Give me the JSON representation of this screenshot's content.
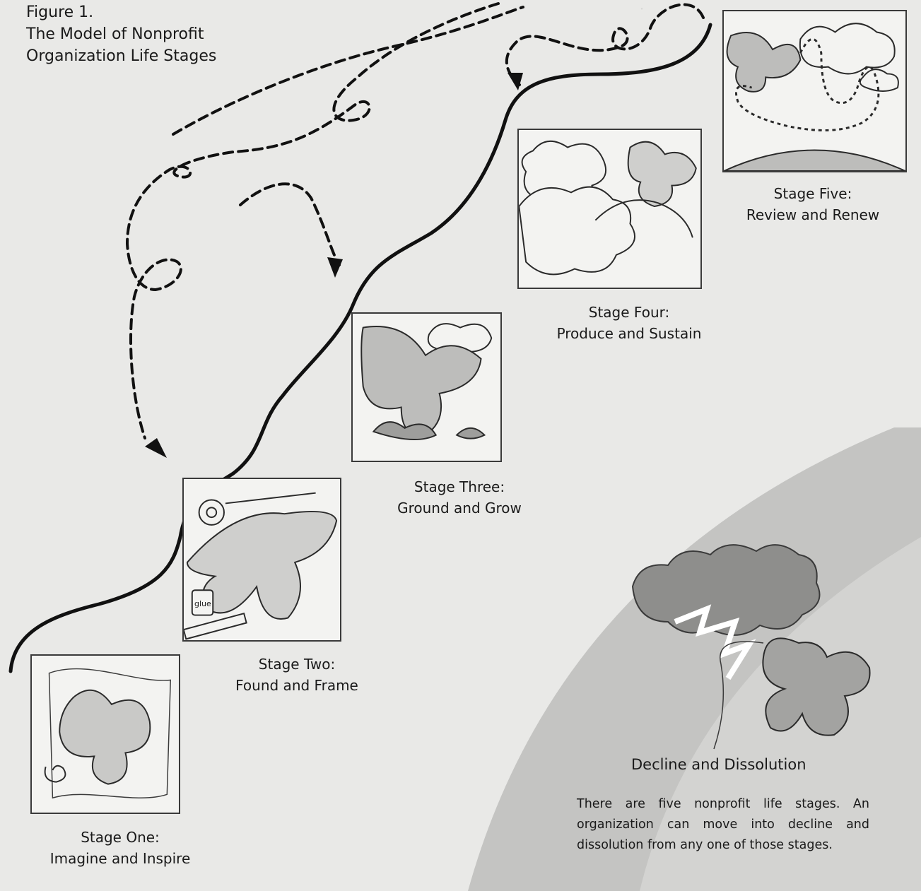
{
  "figure": {
    "label": "Figure 1.",
    "title_lines": [
      "The Model of Nonprofit",
      "Organization Life Stages"
    ]
  },
  "stages": [
    {
      "id": "one",
      "name": "Stage One:",
      "subtitle": "Imagine and Inspire"
    },
    {
      "id": "two",
      "name": "Stage Two:",
      "subtitle": "Found and Frame"
    },
    {
      "id": "three",
      "name": "Stage Three:",
      "subtitle": "Ground and Grow"
    },
    {
      "id": "four",
      "name": "Stage Four:",
      "subtitle": "Produce and Sustain"
    },
    {
      "id": "five",
      "name": "Stage Five:",
      "subtitle": "Review and Renew"
    }
  ],
  "decline": {
    "title": "Decline and Dissolution",
    "note": "There are five nonprofit life stages. An organization can move into decline and dissolution from any one of those stages."
  },
  "panel_labels": {
    "glue": "glue"
  },
  "colors": {
    "page": "#e9e9e7",
    "ink": "#1a1a1a",
    "panel_fill": "#f3f3f1",
    "decline_wedge": "#c4c4c2",
    "cloud_dark": "#8e8e8c"
  }
}
